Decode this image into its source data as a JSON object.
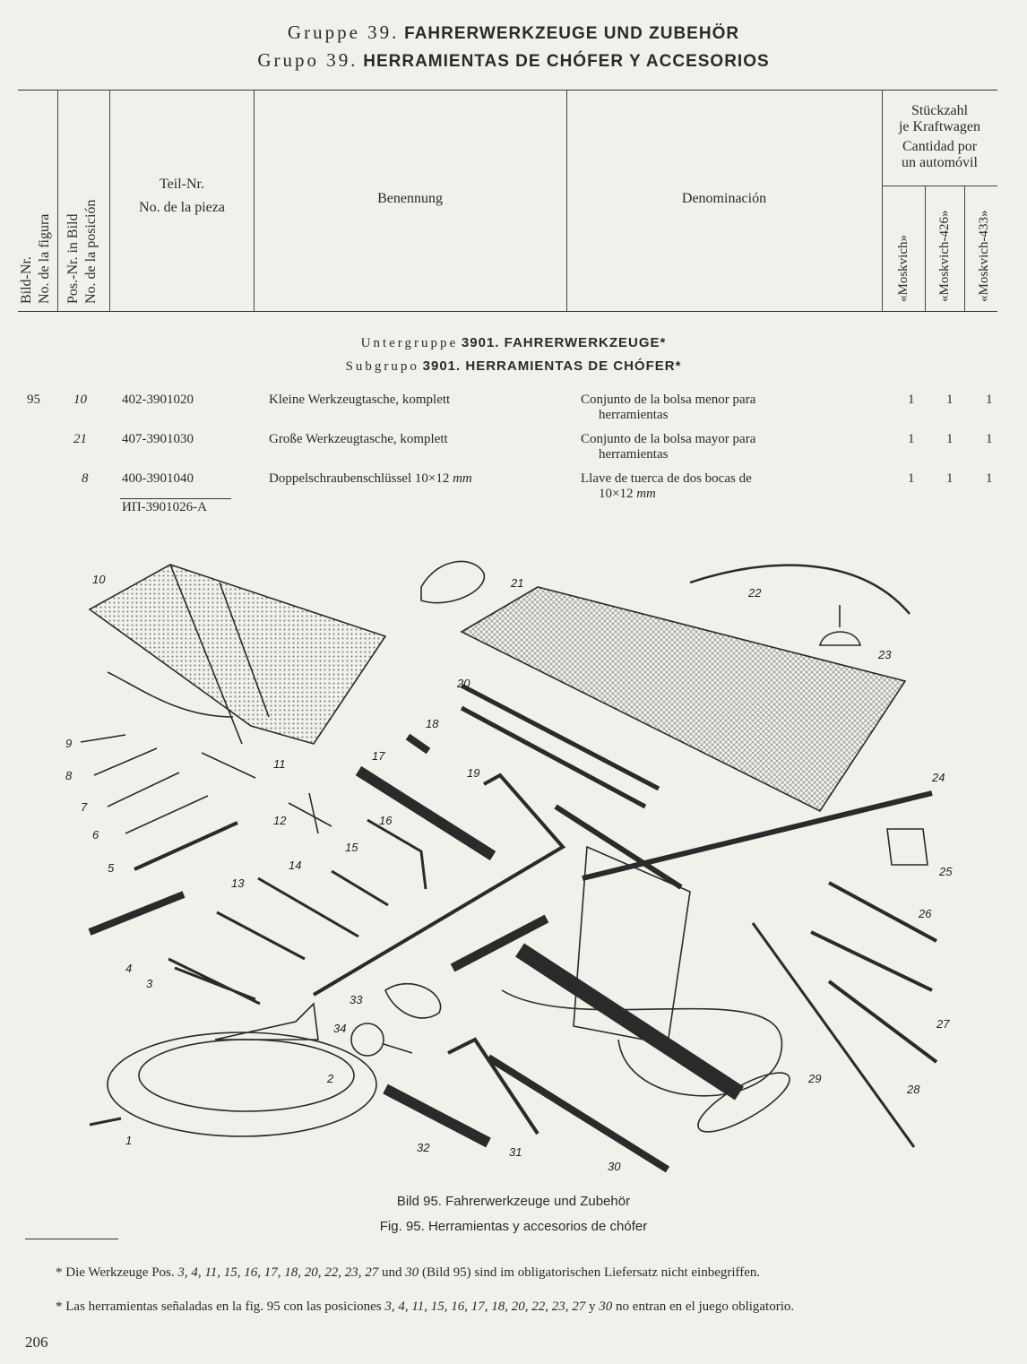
{
  "group": {
    "de_lead": "Gruppe 39.",
    "de_title": "FAHRERWERKZEUGE UND ZUBEHÖR",
    "es_lead": "Grupo 39.",
    "es_title": "HERRAMIENTAS DE CHÓFER Y ACCESORIOS"
  },
  "header": {
    "bild_nr": "Bild-Nr.",
    "no_figura": "No. de la figura",
    "pos_nr": "Pos.-Nr. in Bild",
    "no_posicion": "No. de la posición",
    "teil_nr": "Teil-Nr.",
    "no_pieza": "No. de la pieza",
    "benennung": "Benennung",
    "denominacion": "Denominación",
    "stueckzahl_1": "Stückzahl",
    "stueckzahl_2": "je Kraftwagen",
    "cantidad_1": "Cantidad por",
    "cantidad_2": "un automóvil",
    "models": [
      "«Moskvich»",
      "«Moskvich-426»",
      "«Moskvich-433»"
    ]
  },
  "subgroup": {
    "de_lead": "Untergruppe",
    "de_title": "3901. FAHRERWERKZEUGE",
    "es_lead": "Subgrupo",
    "es_title": "3901. HERRAMIENTAS DE CHÓFER",
    "mark": "*"
  },
  "rows": [
    {
      "fig": "95",
      "pos": "10",
      "part": "402-3901020",
      "de": "Kleine Werkzeugtasche, komplett",
      "es1": "Conjunto de la bolsa menor para",
      "es2": "herramientas",
      "q1": "1",
      "q2": "1",
      "q3": "1"
    },
    {
      "fig": "",
      "pos": "21",
      "part": "407-3901030",
      "de": "Große Werkzeugtasche, komplett",
      "es1": "Conjunto de la bolsa mayor para",
      "es2": "herramientas",
      "q1": "1",
      "q2": "1",
      "q3": "1"
    },
    {
      "fig": "",
      "pos": "8",
      "part": "400-3901040",
      "alt_part": "ИП-3901026-А",
      "de": "Doppelschraubenschlüssel 10×12",
      "de_unit": "mm",
      "es1": "Llave de tuerca de dos bocas de",
      "es2": "10×12",
      "es2_unit": "mm",
      "q1": "1",
      "q2": "1",
      "q3": "1"
    }
  ],
  "figure": {
    "caption_de": "Bild 95. Fahrerwerkzeuge und Zubehör",
    "caption_es": "Fig. 95. Herramientas y accesorios de chófer",
    "labels": [
      "1",
      "2",
      "3",
      "4",
      "5",
      "6",
      "7",
      "8",
      "9",
      "10",
      "11",
      "12",
      "13",
      "14",
      "15",
      "16",
      "17",
      "18",
      "19",
      "20",
      "21",
      "22",
      "23",
      "24",
      "25",
      "26",
      "27",
      "28",
      "29",
      "30",
      "31",
      "32",
      "33",
      "34"
    ]
  },
  "footnotes": {
    "de_prefix": "* Die Werkzeuge Pos.",
    "de_positions": "3, 4, 11, 15, 16, 17, 18, 20, 22, 23, 27",
    "de_und": "und",
    "de_last": "30",
    "de_suffix": "(Bild 95) sind im obligatorischen Liefersatz nicht einbegriffen.",
    "es_prefix": "* Las herramientas señaladas en la fig. 95 con las posiciones",
    "es_positions": "3, 4, 11, 15, 16, 17, 18, 20, 22, 23, 27",
    "es_y": "y",
    "es_last": "30",
    "es_suffix": "no entran en el juego obligatorio."
  },
  "page_number": "206"
}
